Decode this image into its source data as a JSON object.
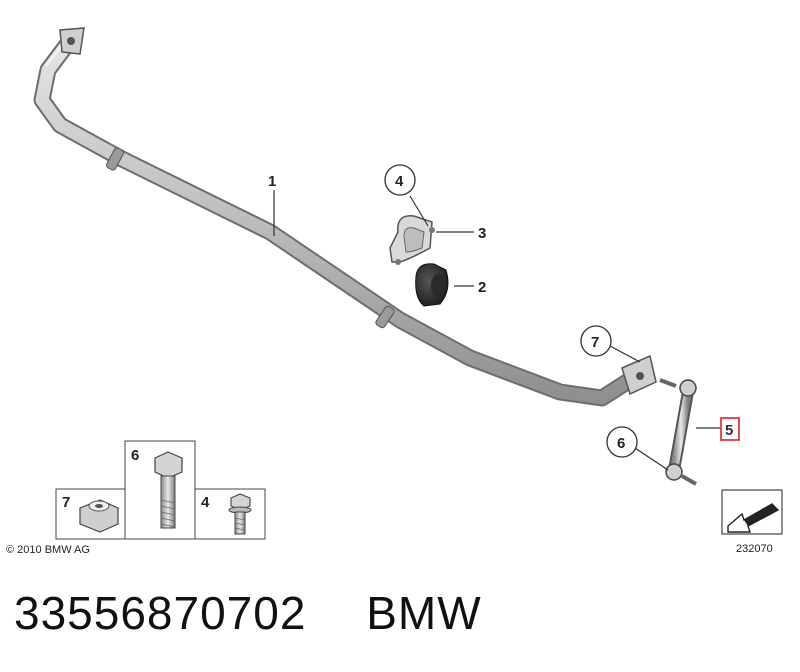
{
  "callouts": {
    "c1": "1",
    "c2": "2",
    "c3": "3",
    "c4": "4",
    "c5": "5",
    "c6": "6",
    "c7": "7"
  },
  "legend_boxes": {
    "box7": "7",
    "box6": "6",
    "box4": "4"
  },
  "copyright": "© 2010 BMW AG",
  "diagram_number": "232070",
  "part_number": "33556870702",
  "brand": "BMW",
  "highlight_color": "#e02020"
}
